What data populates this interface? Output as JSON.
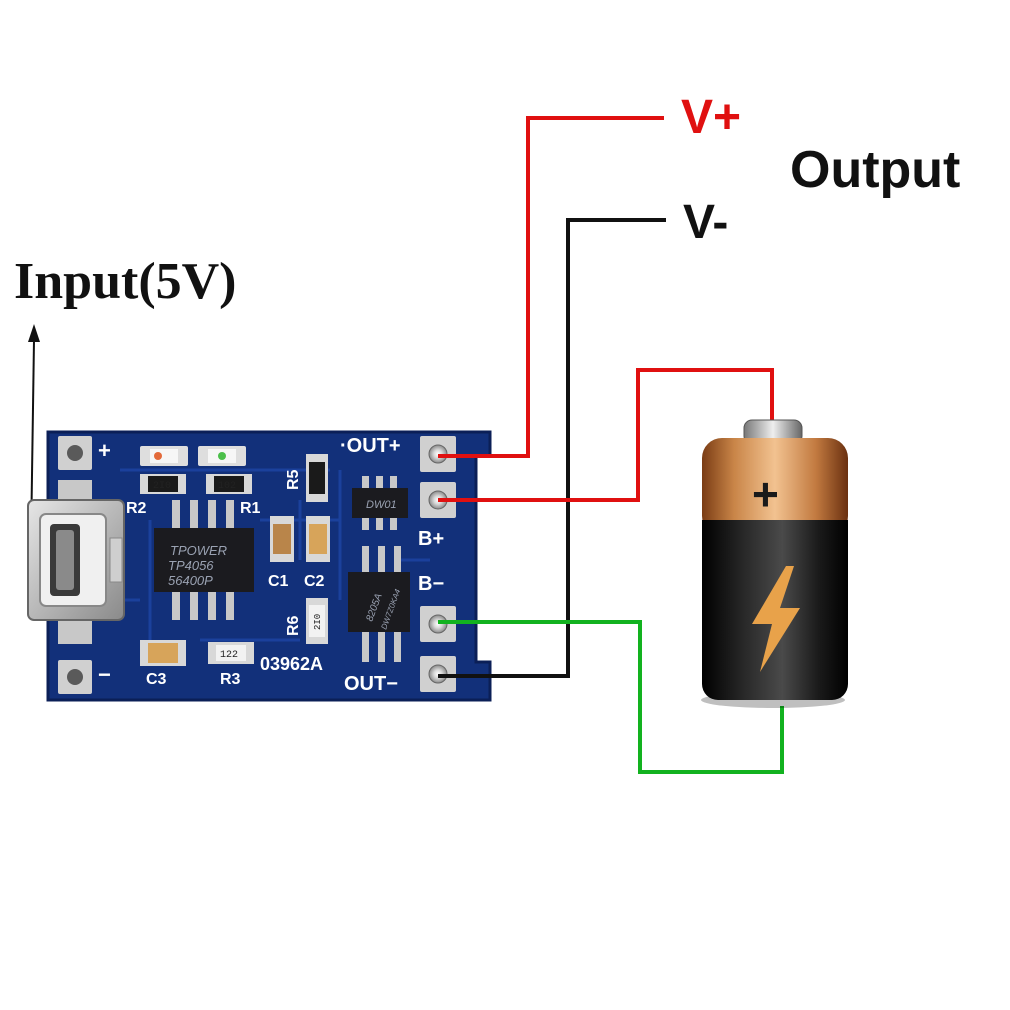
{
  "labels": {
    "input": "Input(5V)",
    "output": "Output",
    "v_plus": "V+",
    "v_minus": "V-"
  },
  "board": {
    "silkscreen": {
      "out_plus": "·OUT+",
      "b_plus": "B+",
      "b_minus": "B−",
      "out_minus": "OUT−",
      "plus": "+",
      "minus": "−",
      "r1": "R1",
      "r2": "R2",
      "r3": "R3",
      "r5": "R5",
      "r6": "R6",
      "c1": "C1",
      "c2": "C2",
      "c3": "C3",
      "board_id": "03962A"
    },
    "ic_main": {
      "line1": "TPOWER",
      "line2": "TP4056",
      "line3": "56400P"
    },
    "ic_protect": {
      "marking": "DW01"
    },
    "mosfet": {
      "line1": "8205A",
      "line2": "DW7Z0KA4"
    },
    "resistor_codes": {
      "r1": "102",
      "r2": "2I0",
      "r3": "122",
      "r6": "2I0"
    }
  },
  "battery": {
    "plus_symbol": "+"
  },
  "colors": {
    "pcb": "#12307a",
    "pcb_edge": "#0b1f57",
    "wire_positive": "#e01010",
    "wire_negative": "#111111",
    "wire_battery_negative": "#12b21f",
    "battery_top": "#c97e45",
    "battery_bottom": "#111111",
    "bolt": "#e8a24a"
  }
}
